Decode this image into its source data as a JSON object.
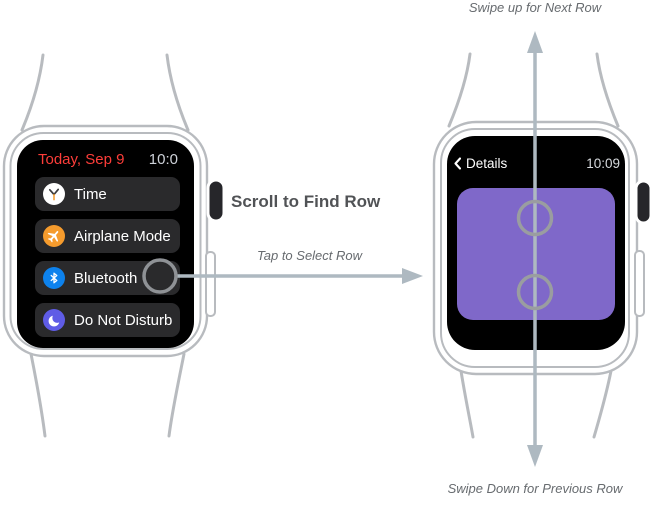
{
  "annotations": {
    "swipe_up": "Swipe up for Next Row",
    "scroll_to_find": "Scroll to Find Row",
    "tap_to_select": "Tap to Select Row",
    "swipe_down": "Swipe Down for Previous Row"
  },
  "left_watch": {
    "status_bar": {
      "date": "Today, Sep 9",
      "time": "10:0"
    },
    "rows": [
      {
        "label": "Time",
        "icon": "clock-icon",
        "icon_bg": "#ffffff"
      },
      {
        "label": "Airplane Mode",
        "icon": "airplane-icon",
        "icon_bg": "#f59b2d"
      },
      {
        "label": "Bluetooth",
        "icon": "bluetooth-icon",
        "icon_bg": "#0d82ed"
      },
      {
        "label": "Do Not Disturb",
        "icon": "moon-icon",
        "icon_bg": "#5f5ce6"
      }
    ]
  },
  "right_watch": {
    "back_label": "Details",
    "time": "10:09",
    "panel_color": "#7f68c9"
  },
  "colors": {
    "date_red": "#fc3d39",
    "case_outline": "#b8bbbf",
    "arrow": "#aeb9c1",
    "touch_ring": "#8f9296",
    "screen_bg": "#000000",
    "row_bg": "#2a2a2c"
  }
}
